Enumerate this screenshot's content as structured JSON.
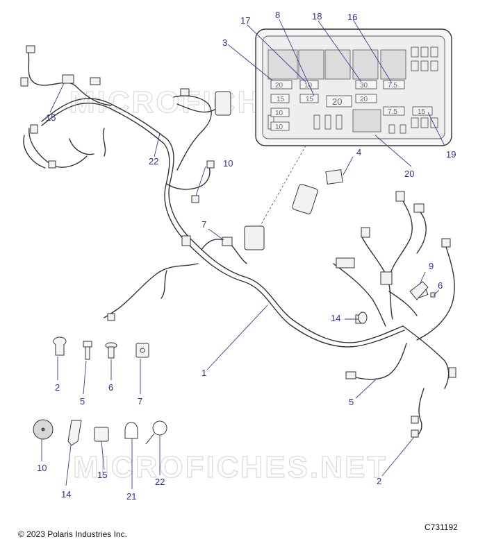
{
  "footer": {
    "copyright": "© 2023 Polaris Industries Inc.",
    "figure_code": "C731192"
  },
  "watermark": "MICROFICHES.NET",
  "fuse_box": {
    "ratings": [
      "20",
      "10",
      "30",
      "7.5",
      "15",
      "15",
      "20",
      "20",
      "10",
      "7.5",
      "15",
      "10"
    ]
  },
  "callouts": [
    "1",
    "2",
    "2",
    "3",
    "4",
    "5",
    "5",
    "6",
    "6",
    "7",
    "7",
    "8",
    "9",
    "10",
    "10",
    "14",
    "14",
    "15",
    "15",
    "16",
    "17",
    "18",
    "19",
    "20",
    "21",
    "22",
    "22"
  ]
}
